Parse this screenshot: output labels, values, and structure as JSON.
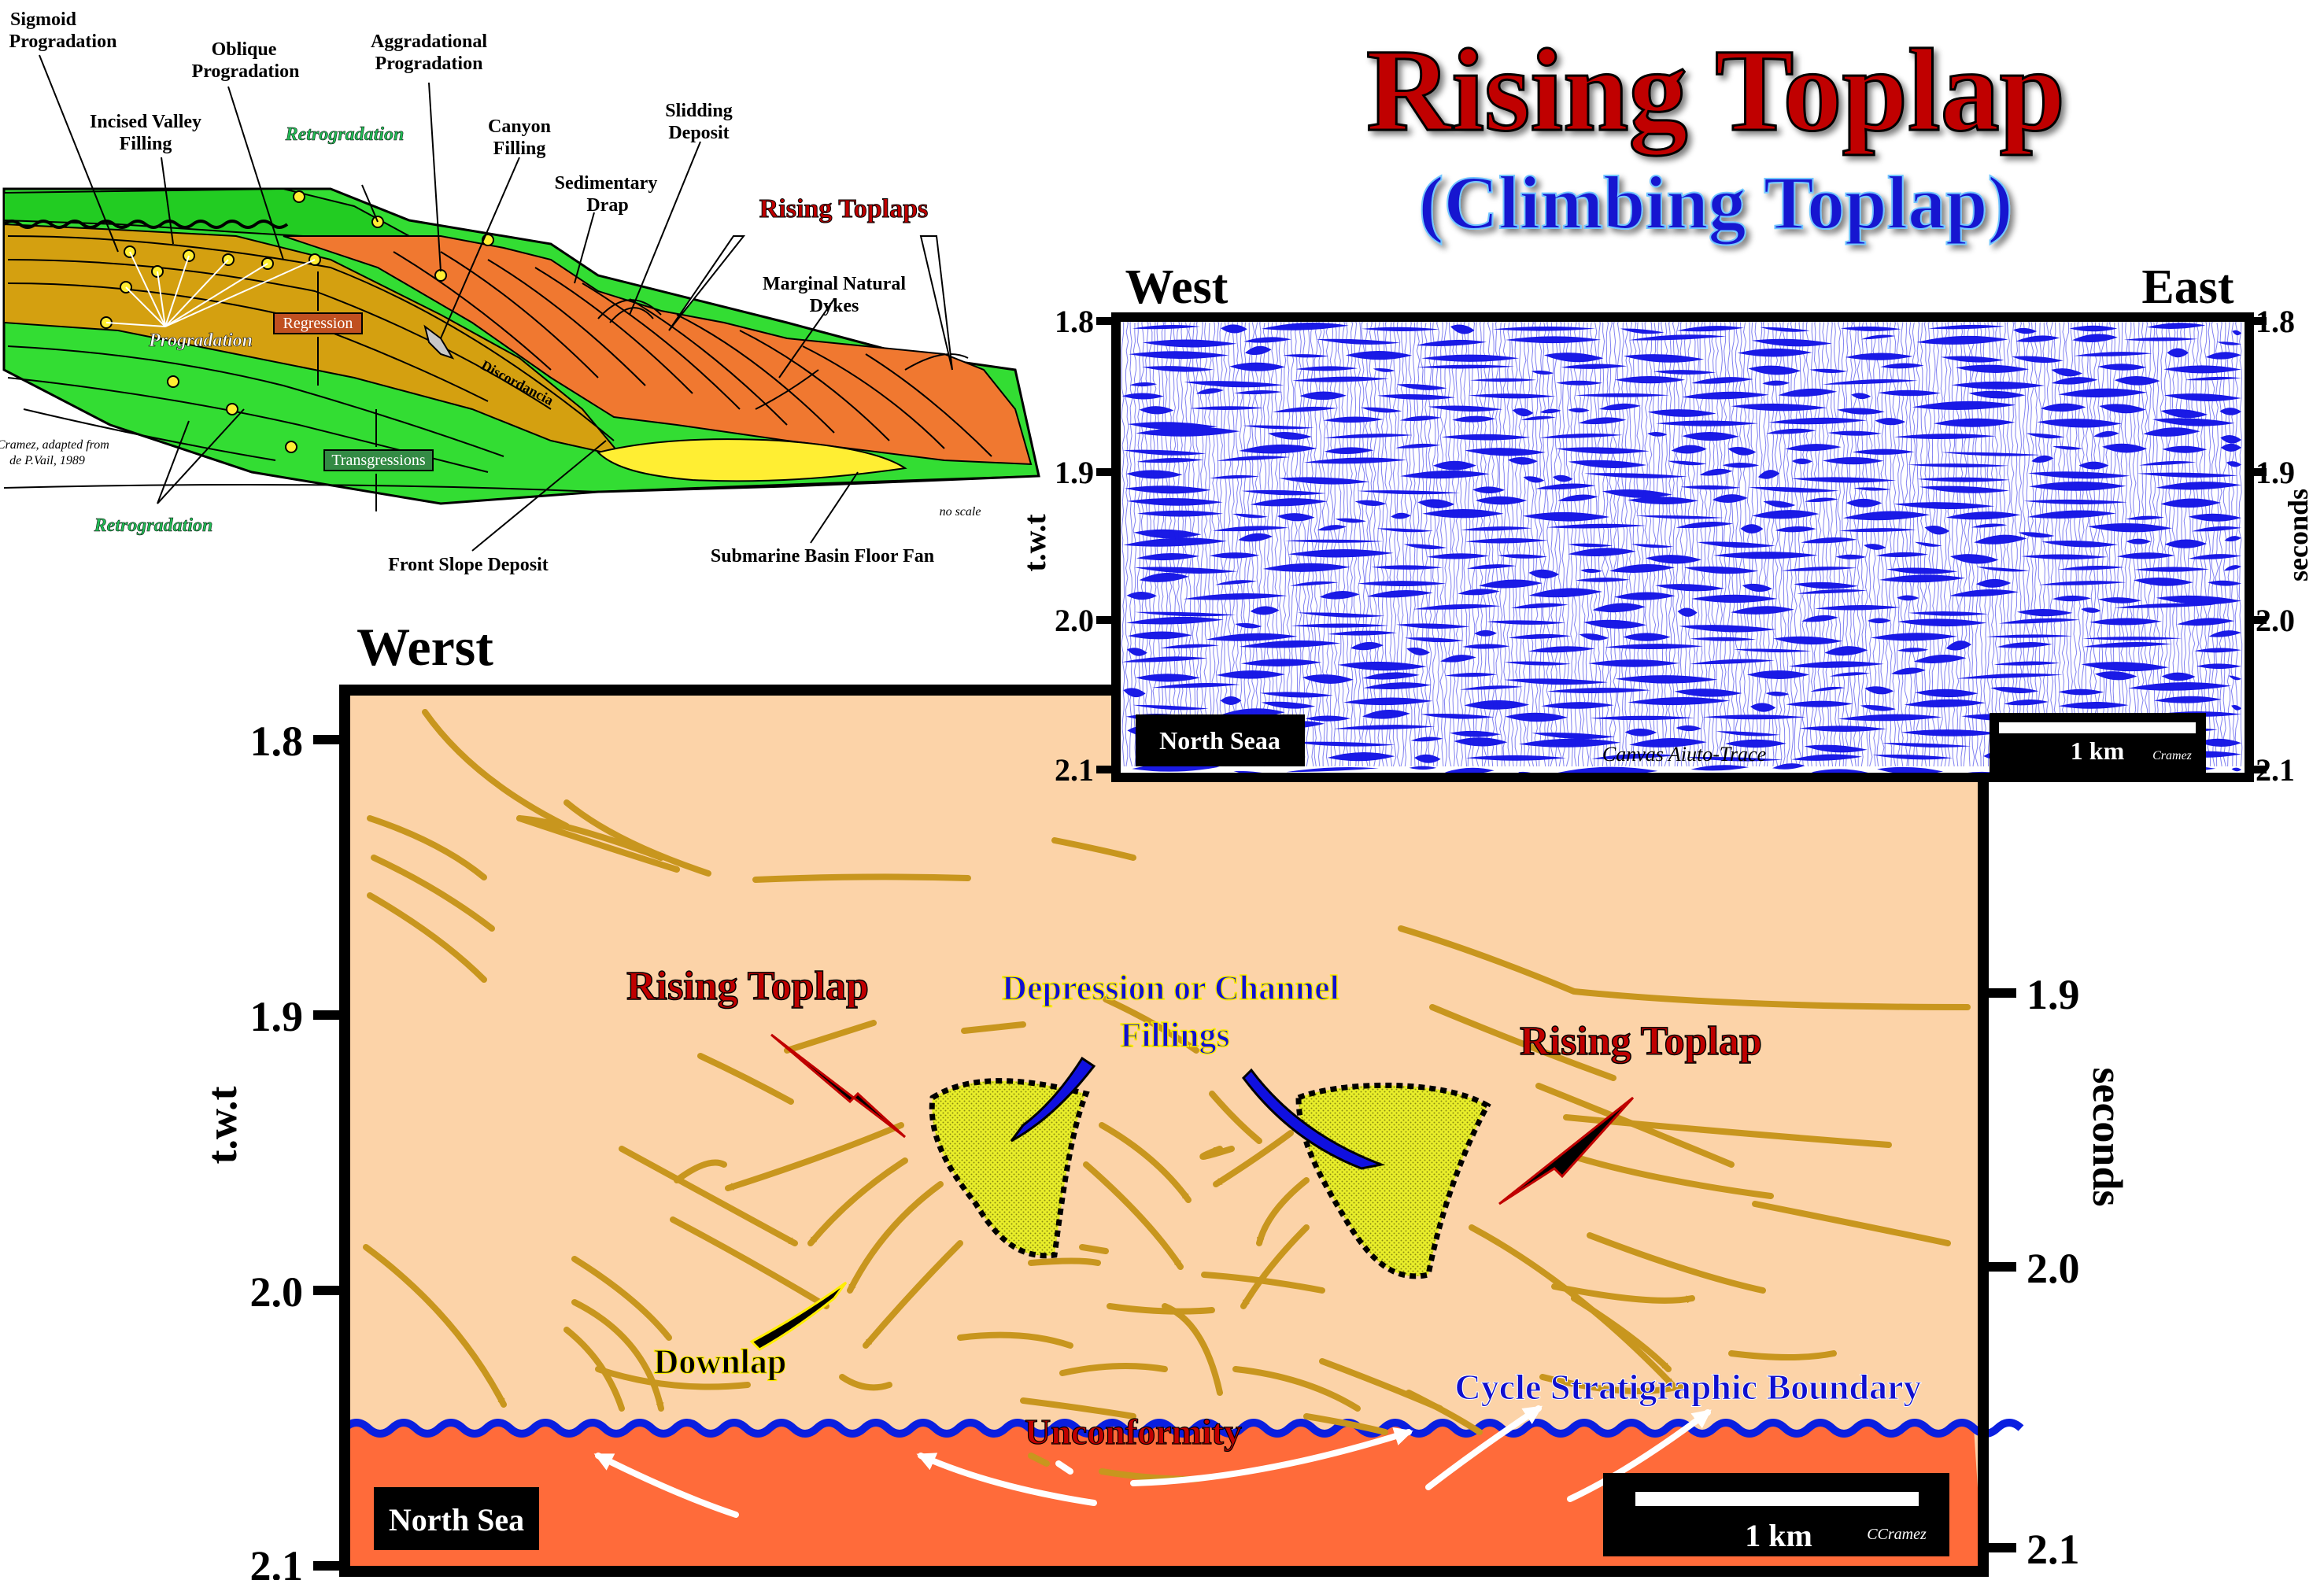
{
  "header": {
    "title": "Rising Toplap",
    "subtitle": "(Climbing Toplap)"
  },
  "block_diagram": {
    "labels": {
      "sigmoid": [
        "Sigmoid",
        "Progradation"
      ],
      "oblique": [
        "Oblique",
        "Progradation"
      ],
      "aggradational": [
        "Aggradational",
        "Progradation"
      ],
      "incised": [
        "Incised Valley",
        "Filling"
      ],
      "canyon": [
        "Canyon",
        "Filling"
      ],
      "slidding": [
        "Slidding",
        "Deposit"
      ],
      "sedimentary_drap": [
        "Sedimentary",
        "Drap"
      ],
      "rising_toplaps": "Rising Toplaps",
      "marginal_dykes": [
        "Marginal Natural",
        "Dykes"
      ],
      "retrogradation_top": "Retrogradation",
      "retrogradation_bottom": "Retrogradation",
      "progradation": "Progradation",
      "regression": "Regression",
      "transgressions": "Transgressions",
      "discordancia": "Discordancia",
      "credit": [
        "C Cramez, adapted from",
        "de P.Vail, 1989"
      ],
      "no_scale": "no scale",
      "front_slope": "Front Slope Deposit",
      "basin_floor_fan": "Submarine Basin Floor Fan"
    },
    "colors": {
      "green": "#33dd33",
      "brown": "#d4a010",
      "orange": "#f07830",
      "yellow": "#ffee33"
    }
  },
  "seismic": {
    "west": "West",
    "east": "East",
    "axis_left_label": "t.w.t",
    "axis_right_label": "seconds",
    "ticks_left": [
      "1.8",
      "1.9",
      "2.0",
      "2.1"
    ],
    "ticks_right": [
      "1.8",
      "1.9",
      "2.0",
      "2.1"
    ],
    "location": "North Seaa",
    "software": "Canvas Aiuto-Trace",
    "scale": "1 km",
    "credit": "Cramez",
    "color": "#1a1ae6"
  },
  "interpretation": {
    "west": "Werst",
    "axis_left_label": "t.w.t",
    "axis_right_label": "seconds",
    "ticks_left": [
      "1.8",
      "1.9",
      "2.0",
      "2.1"
    ],
    "ticks_right": [
      "1.9",
      "2.0",
      "2.1"
    ],
    "rising_toplap_left": "Rising Toplap",
    "rising_toplap_right": "Rising Toplap",
    "depression": [
      "Depression or Channel",
      "Fillings"
    ],
    "downlap": "Downlap",
    "unconformity": "Unconformity",
    "cycle_boundary": "Cycle Stratigraphic Boundary",
    "location": "North Sea",
    "scale": "1 km",
    "credit": "CCramez",
    "colors": {
      "background": "#fcd3a8",
      "basement": "#ff6b3a",
      "reflector": "#c8961e",
      "boundary": "#0a1fe0"
    }
  }
}
